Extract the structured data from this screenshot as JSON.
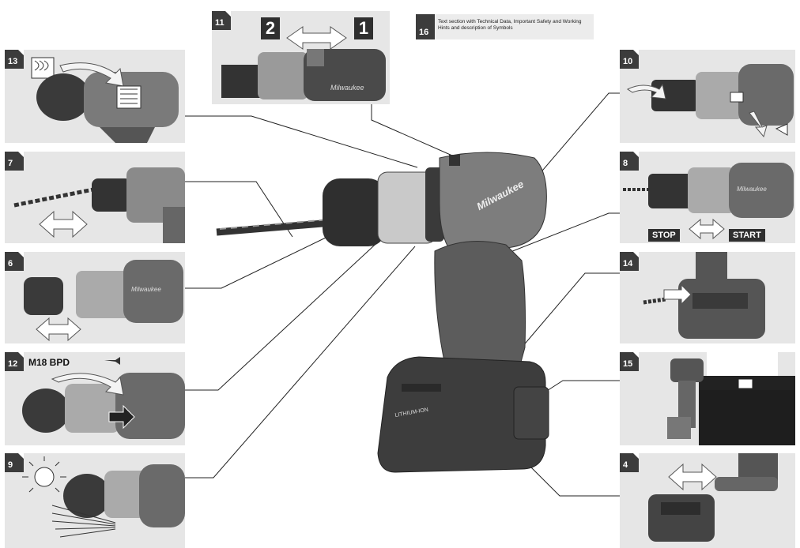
{
  "panels": {
    "p11": {
      "number": "11",
      "left_label": "2",
      "right_label": "1"
    },
    "p16": {
      "number": "16",
      "text": "Text section with Technical Data, Important Safety and Working Hints and description of Symbols"
    },
    "p13": {
      "number": "13"
    },
    "p7": {
      "number": "7"
    },
    "p6": {
      "number": "6"
    },
    "p12": {
      "number": "12",
      "model": "M18 BPD"
    },
    "p9": {
      "number": "9"
    },
    "p10": {
      "number": "10"
    },
    "p8": {
      "number": "8",
      "stop_label": "STOP",
      "start_label": "START"
    },
    "p14": {
      "number": "14"
    },
    "p15": {
      "number": "15"
    },
    "p4": {
      "number": "4"
    }
  },
  "main_drill": {
    "brand": "Milwaukee",
    "battery_text": "LITHIUM-ION"
  }
}
